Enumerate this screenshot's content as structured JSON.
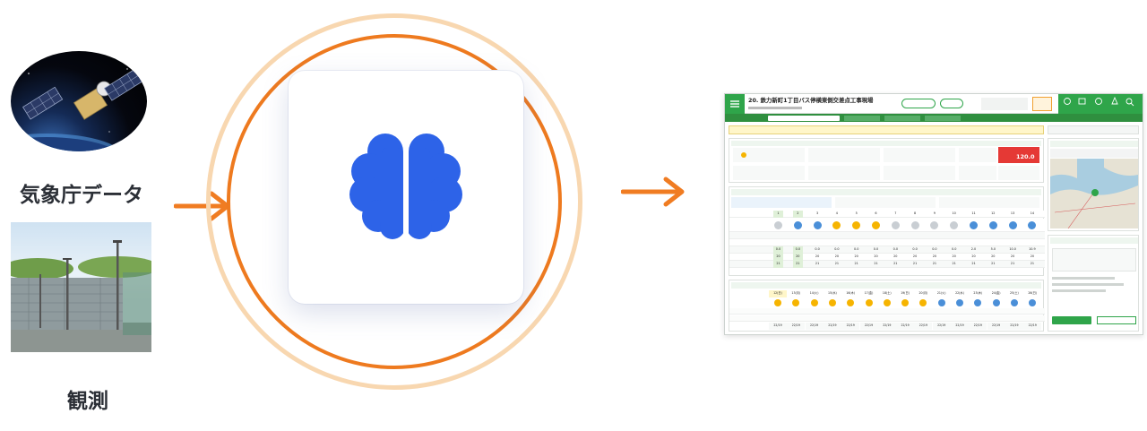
{
  "left": {
    "jma_label": "気象庁データ",
    "observation_label": "観測"
  },
  "colors": {
    "arrow": "#f07c22",
    "brain": "#2d63e8",
    "ring_outer": "#f8d7b0",
    "ring_inner": "#ee7a1f",
    "dashboard_green": "#2fa54a",
    "warning_red": "#e53935"
  },
  "dashboard": {
    "title": "20. 鉄力新町1丁目バス停横東側交差点工事現場",
    "warning_text": "120.0",
    "columns": [
      "1",
      "2",
      "3",
      "4",
      "5",
      "6",
      "7",
      "8",
      "9",
      "10",
      "11",
      "12",
      "13",
      "14"
    ],
    "values_row": [
      "0.0",
      "0.0",
      "0.0",
      "0.0",
      "0.0",
      "0.0",
      "0.0",
      "0.0",
      "0.0",
      "0.0",
      "2.0",
      "5.0",
      "10.0",
      "10.9"
    ],
    "temps_row": [
      "20",
      "20",
      "20",
      "20",
      "20",
      "20",
      "20",
      "20",
      "20",
      "20",
      "20",
      "20",
      "20",
      "20"
    ],
    "wbgt_row": [
      "21",
      "21",
      "21",
      "21",
      "21",
      "21",
      "21",
      "21",
      "21",
      "21",
      "21",
      "21",
      "21",
      "21"
    ],
    "week_days": [
      "12(日)",
      "13(月)",
      "14(火)",
      "15(水)",
      "16(木)",
      "17(金)",
      "18(土)",
      "19(日)",
      "20(月)",
      "21(火)",
      "22(水)",
      "23(木)",
      "24(金)",
      "25(土)",
      "26(日)"
    ],
    "week_temps": [
      "22/19",
      "22/19",
      "22/19",
      "22/19",
      "22/19",
      "22/19",
      "22/19",
      "22/19",
      "22/19",
      "22/19",
      "22/19",
      "22/19",
      "22/19",
      "22/19",
      "22/19"
    ]
  }
}
